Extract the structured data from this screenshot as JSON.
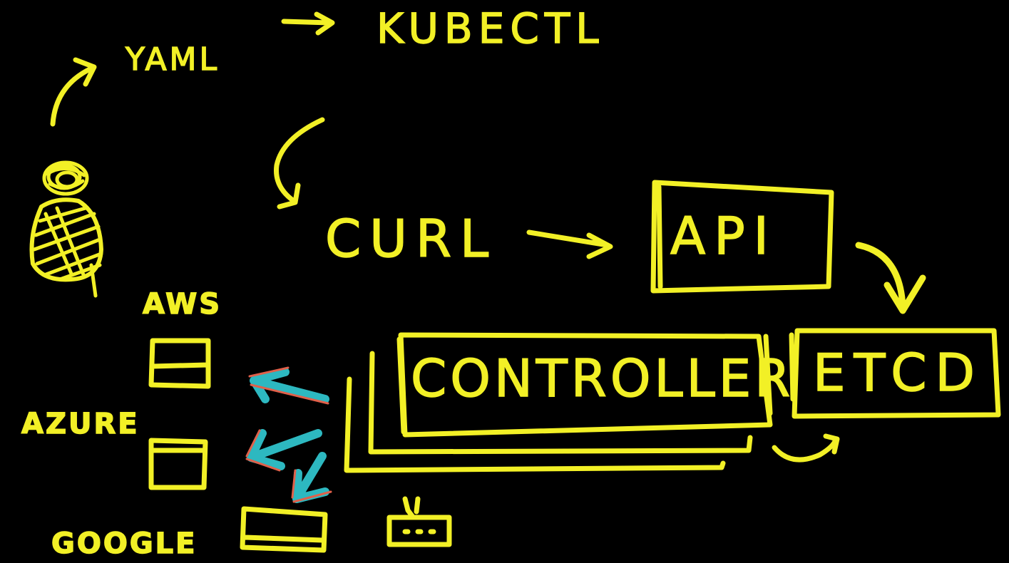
{
  "labels": {
    "yaml": "YAML",
    "kubectl": "KUBECTL",
    "curl": "CURL",
    "api": "API",
    "controller": "CONTROLLER",
    "etcd": "ETCD",
    "aws": "AWs",
    "azure": "AZURE",
    "google": "GOOGLE"
  },
  "colors": {
    "background": "#000000",
    "ink": "#F2F026",
    "accent": "#2DB8C0",
    "accent_edge": "#E0604A"
  }
}
